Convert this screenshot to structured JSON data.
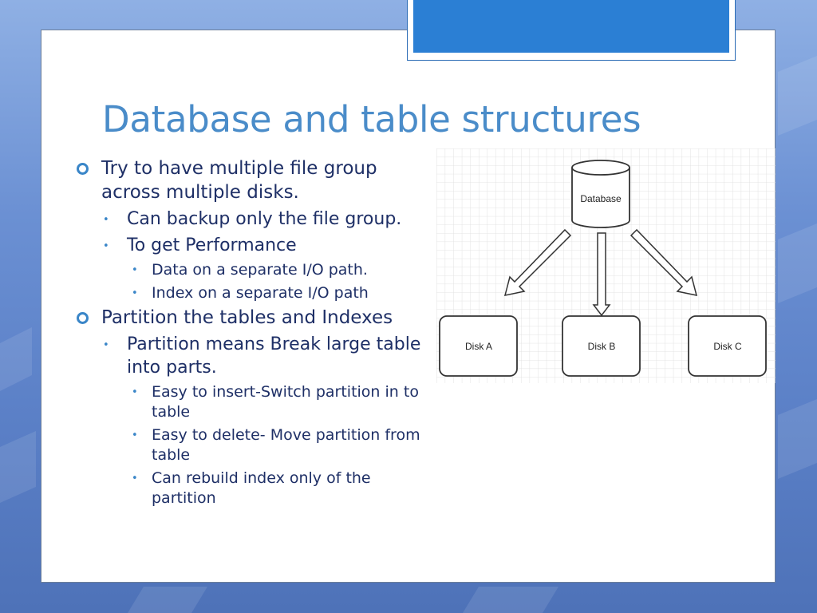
{
  "slide": {
    "title": "Database and table structures"
  },
  "bullets": [
    {
      "level": 1,
      "text": "Try to have multiple file group across multiple disks."
    },
    {
      "level": 2,
      "text": "Can backup only the file group."
    },
    {
      "level": 2,
      "text": " To get Performance"
    },
    {
      "level": 3,
      "text": "Data on a separate I/O path."
    },
    {
      "level": 3,
      "text": "Index on a separate I/O path"
    },
    {
      "level": 1,
      "text": "Partition the tables and Indexes"
    },
    {
      "level": 2,
      "text": "Partition means Break large table into parts."
    },
    {
      "level": 3,
      "text": "Easy to insert-Switch partition in to table"
    },
    {
      "level": 3,
      "text": "Easy to delete- Move partition from table"
    },
    {
      "level": 3,
      "text": "Can rebuild index only of the partition"
    }
  ],
  "diagram": {
    "database_label": "Database",
    "disks": [
      "Disk A",
      "Disk B",
      "Disk C"
    ]
  },
  "colors": {
    "title": "#4a8cc9",
    "body_text": "#1e2f66",
    "bullet": "#3a86c8",
    "accent_bar": "#2b7fd4"
  }
}
